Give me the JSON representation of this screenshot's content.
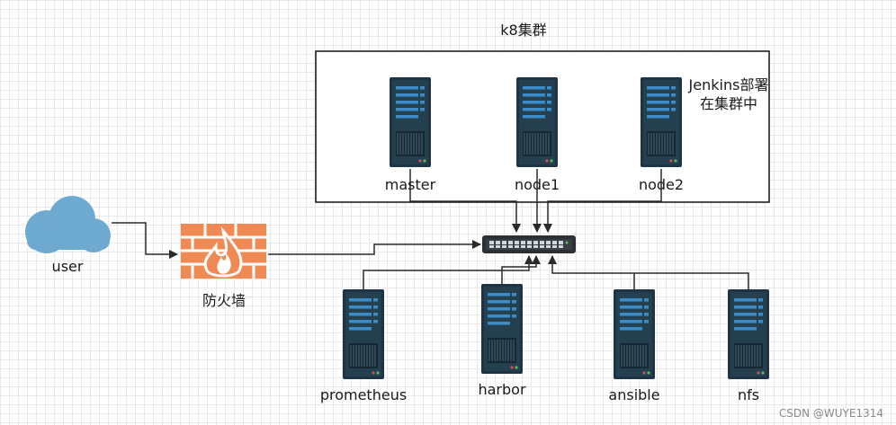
{
  "cluster": {
    "title": "k8集群",
    "note_line1": "Jenkins部署",
    "note_line2": "在集群中"
  },
  "nodes": {
    "master": "master",
    "node1": "node1",
    "node2": "node2",
    "prometheus": "prometheus",
    "harbor": "harbor",
    "ansible": "ansible",
    "nfs": "nfs"
  },
  "user_label": "user",
  "firewall_label": "防火墙",
  "watermark": "CSDN @WUYE1314",
  "icons": {
    "server": "server-icon",
    "cloud": "cloud-icon",
    "firewall": "firewall-icon",
    "switch": "switch-icon"
  },
  "colors": {
    "server_body": "#1e3445",
    "server_stripe": "#3a8dc8",
    "cloud": "#6ea9cf",
    "firewall": "#f08a55",
    "line": "#2a2a2a"
  }
}
